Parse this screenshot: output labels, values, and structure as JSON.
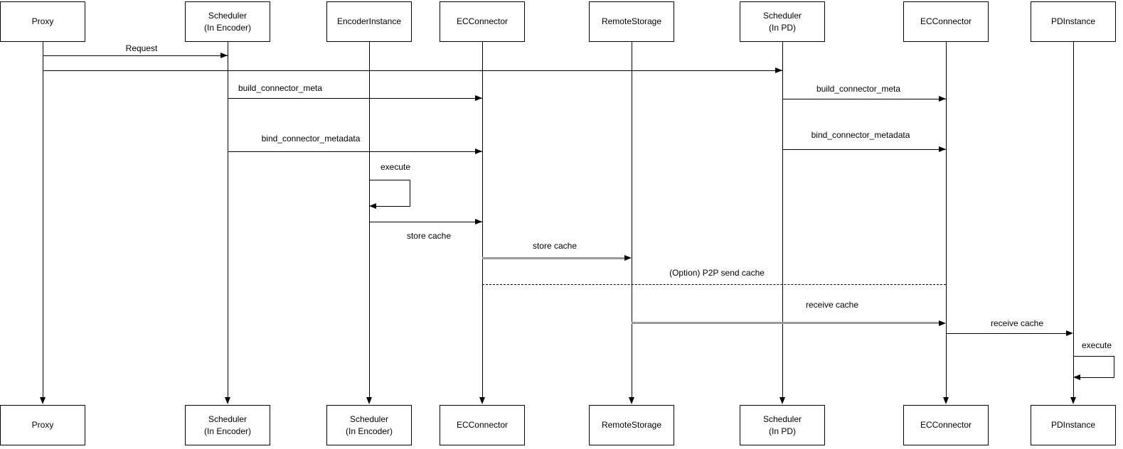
{
  "diagram_type": "sequence-diagram",
  "colors": {
    "background": "#ffffff",
    "line": "#000000",
    "gray_arrow": "#999999",
    "box_border": "#000000",
    "box_fill": "#ffffff"
  },
  "actors": {
    "top": [
      "Proxy",
      "Scheduler\n(In Encoder)",
      "EncoderInstance",
      "ECConnector",
      "RemoteStorage",
      "Scheduler\n(In PD)",
      "ECConnector",
      "PDInstance"
    ],
    "bottom": [
      "Proxy",
      "Scheduler\n(In Encoder)",
      "Scheduler\n(In Encoder)",
      "ECConnector",
      "RemoteStorage",
      "Scheduler\n(In PD)",
      "ECConnector",
      "PDInstance"
    ]
  },
  "messages": [
    {
      "label": "Request",
      "from": "Proxy",
      "to": "Scheduler (In Encoder)",
      "line": "solid-black"
    },
    {
      "label": "",
      "from": "Proxy",
      "to": "Scheduler (In PD)",
      "line": "solid-black"
    },
    {
      "label": "build_connector_meta",
      "from": "Scheduler (In Encoder)",
      "to": "ECConnector",
      "line": "solid-black"
    },
    {
      "label": "build_connector_meta",
      "from": "Scheduler (In PD)",
      "to": "ECConnector (PD side)",
      "line": "solid-black"
    },
    {
      "label": "bind_connector_metadata",
      "from": "Scheduler (In Encoder)",
      "to": "ECConnector",
      "line": "solid-black"
    },
    {
      "label": "bind_connector_metadata",
      "from": "Scheduler (In PD)",
      "to": "ECConnector (PD side)",
      "line": "solid-black"
    },
    {
      "label": "execute",
      "from": "EncoderInstance",
      "to": "EncoderInstance",
      "line": "self-loop"
    },
    {
      "label": "store cache",
      "from": "EncoderInstance",
      "to": "ECConnector",
      "line": "solid-black"
    },
    {
      "label": "store cache",
      "from": "ECConnector",
      "to": "RemoteStorage",
      "line": "solid-gray"
    },
    {
      "label": "(Option) P2P send cache",
      "from": "ECConnector",
      "to": "ECConnector (PD side)",
      "line": "dashed"
    },
    {
      "label": "receive cache",
      "from": "RemoteStorage",
      "to": "ECConnector (PD side)",
      "line": "solid-gray"
    },
    {
      "label": "receive cache",
      "from": "ECConnector (PD side)",
      "to": "PDInstance",
      "line": "solid-black"
    },
    {
      "label": "execute",
      "from": "PDInstance",
      "to": "PDInstance",
      "line": "self-loop"
    }
  ]
}
